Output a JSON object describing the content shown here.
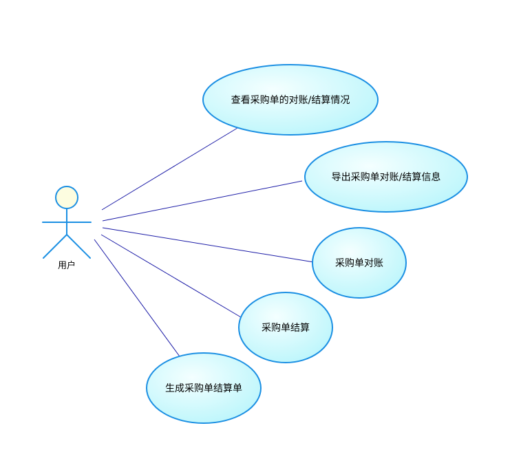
{
  "actor": {
    "name": "用户"
  },
  "use_cases": [
    {
      "id": "uc-view-status",
      "label": "查看采购单的对账/结算情况"
    },
    {
      "id": "uc-export-info",
      "label": "导出采购单对账/结算信息"
    },
    {
      "id": "uc-reconcile",
      "label": "采购单对账"
    },
    {
      "id": "uc-settle",
      "label": "采购单结算"
    },
    {
      "id": "uc-generate",
      "label": "生成采购单结算单"
    }
  ],
  "colors": {
    "ellipse_stroke": "#1b8fe3",
    "ellipse_fill_light": "#f4ffff",
    "ellipse_fill_dark": "#b8f5fb",
    "actor_stroke": "#1b8fe3",
    "actor_head_fill": "#fdfde0",
    "association_line": "#1a1aa6"
  }
}
